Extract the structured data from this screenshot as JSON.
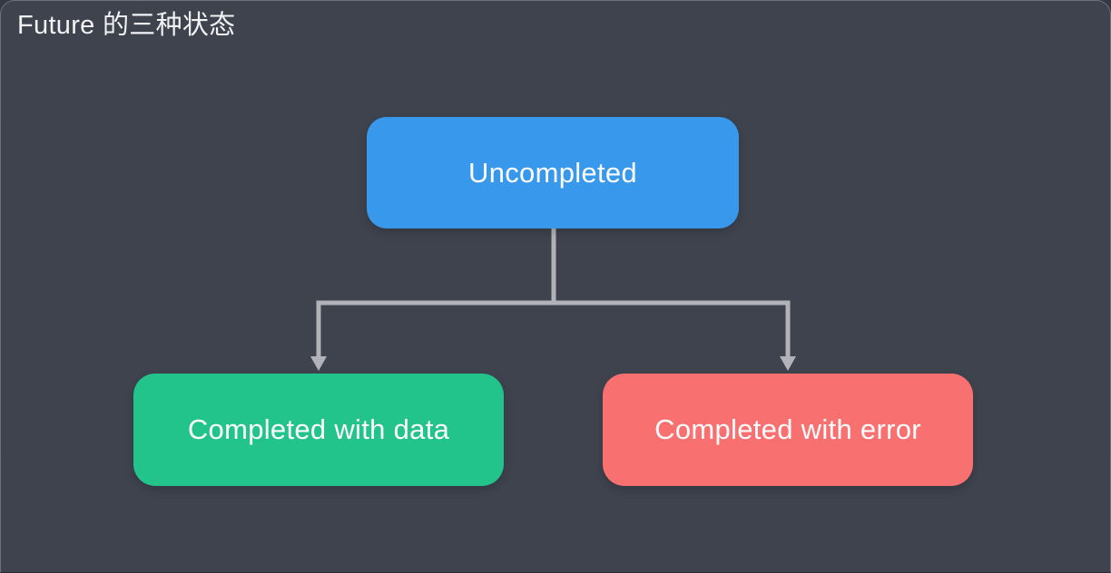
{
  "slide": {
    "title": "Future 的三种状态"
  },
  "diagram": {
    "root_node": {
      "label": "Uncompleted",
      "color": "#3898ec"
    },
    "branch_nodes": [
      {
        "label": "Completed with data",
        "color": "#23c38c"
      },
      {
        "label": "Completed with error",
        "color": "#f87070"
      }
    ],
    "edges": [
      {
        "from": "Uncompleted",
        "to": "Completed with data"
      },
      {
        "from": "Uncompleted",
        "to": "Completed with error"
      }
    ],
    "connector_color": "#b1b3b9"
  },
  "colors": {
    "background": "#3e434e",
    "text": "#f2f2f4",
    "node_text": "#fdfdfe"
  }
}
